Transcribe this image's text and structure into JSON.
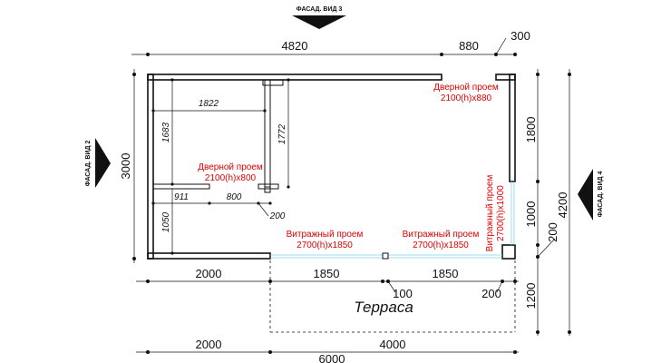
{
  "facades": {
    "top": "ФАСАД. ВИД 3",
    "left": "ФАСАД. ВИД 2",
    "right": "ФАСАД. ВИД 4"
  },
  "dimensions": {
    "top_main": "4820",
    "top_door": "880",
    "top_corner": "300",
    "left_height": "3000",
    "right_total": "4200",
    "right_upper": "1800",
    "right_mid": "1000",
    "right_small": "200",
    "right_terrace": "1200",
    "bottom_a": "2000",
    "bottom_b": "1850",
    "bottom_c": "1850",
    "bottom_post": "100",
    "bottom_corner": "200",
    "overall_a": "2000",
    "overall_b": "4000",
    "overall_total": "6000",
    "room_width": "1822",
    "room_height": "1683",
    "partition_height": "1772",
    "lower_a": "911",
    "lower_b": "800",
    "lower_height": "1050",
    "partition_thk": "200"
  },
  "openings": {
    "door_main_title": "Дверной проем",
    "door_main_size": "2100(h)x880",
    "door_inner_title": "Дверной проем",
    "door_inner_size": "2100(h)x800",
    "window_1_title": "Витражный проем",
    "window_1_size": "2700(h)x1850",
    "window_2_title": "Витражный проем",
    "window_2_size": "2700(h)x1850",
    "window_side_title": "Витражный проем",
    "window_side_size": "2700(h)x1000"
  },
  "labels": {
    "terrace": "Терраса"
  }
}
